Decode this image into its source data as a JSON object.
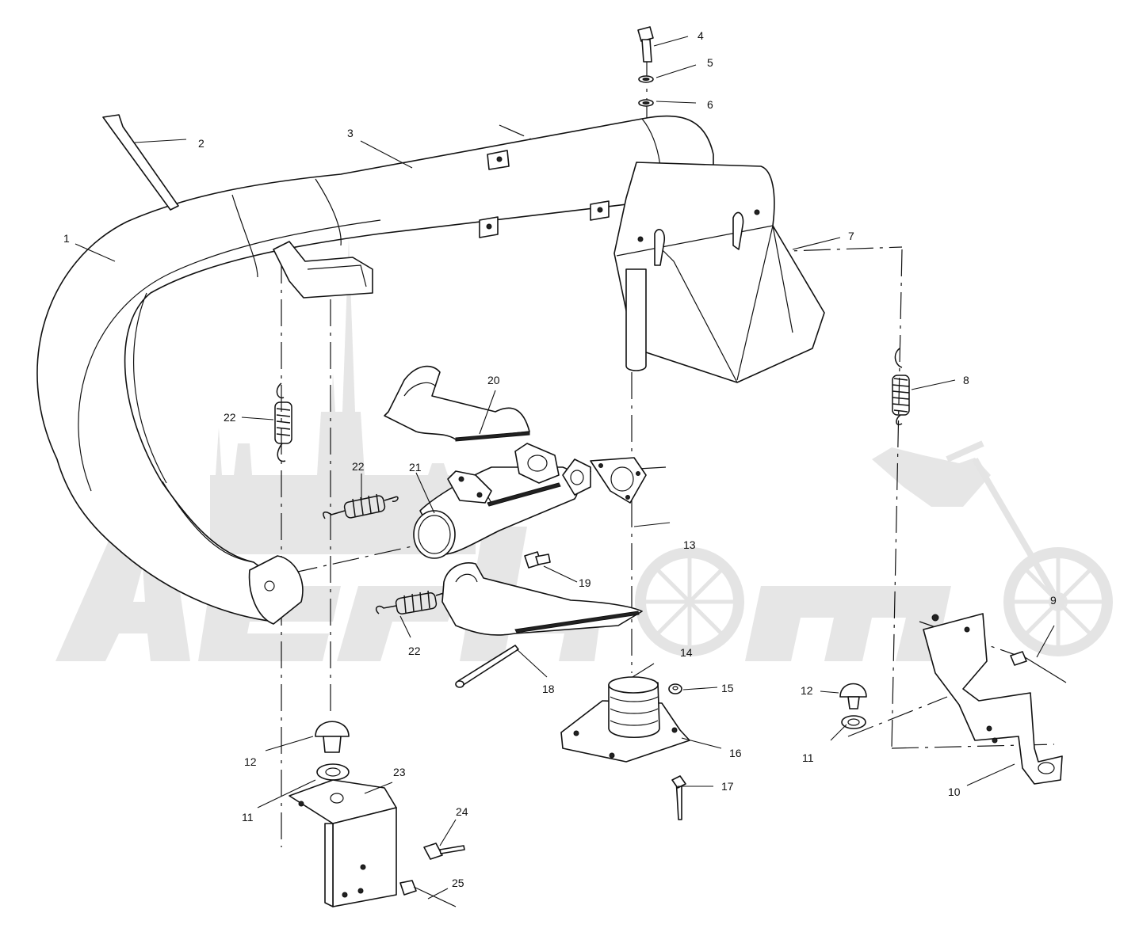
{
  "callouts": [
    {
      "id": "c1",
      "text": "1"
    },
    {
      "id": "c2",
      "text": "2"
    },
    {
      "id": "c3",
      "text": "3"
    },
    {
      "id": "c4",
      "text": "4"
    },
    {
      "id": "c5",
      "text": "5"
    },
    {
      "id": "c6",
      "text": "6"
    },
    {
      "id": "c7",
      "text": "7"
    },
    {
      "id": "c8",
      "text": "8"
    },
    {
      "id": "c9",
      "text": "9"
    },
    {
      "id": "c10",
      "text": "10"
    },
    {
      "id": "c11a",
      "text": "11"
    },
    {
      "id": "c11b",
      "text": "11"
    },
    {
      "id": "c12a",
      "text": "12"
    },
    {
      "id": "c12b",
      "text": "12"
    },
    {
      "id": "c13",
      "text": "13"
    },
    {
      "id": "c14",
      "text": "14"
    },
    {
      "id": "c15",
      "text": "15"
    },
    {
      "id": "c16",
      "text": "16"
    },
    {
      "id": "c17",
      "text": "17"
    },
    {
      "id": "c18",
      "text": "18"
    },
    {
      "id": "c19",
      "text": "19"
    },
    {
      "id": "c20",
      "text": "20"
    },
    {
      "id": "c21",
      "text": "21"
    },
    {
      "id": "c22a",
      "text": "22"
    },
    {
      "id": "c22b",
      "text": "22"
    },
    {
      "id": "c22c",
      "text": "22"
    },
    {
      "id": "c23",
      "text": "23"
    },
    {
      "id": "c24",
      "text": "24"
    },
    {
      "id": "c25",
      "text": "25"
    }
  ],
  "watermark": {
    "icon": "motorcycle-icon"
  }
}
